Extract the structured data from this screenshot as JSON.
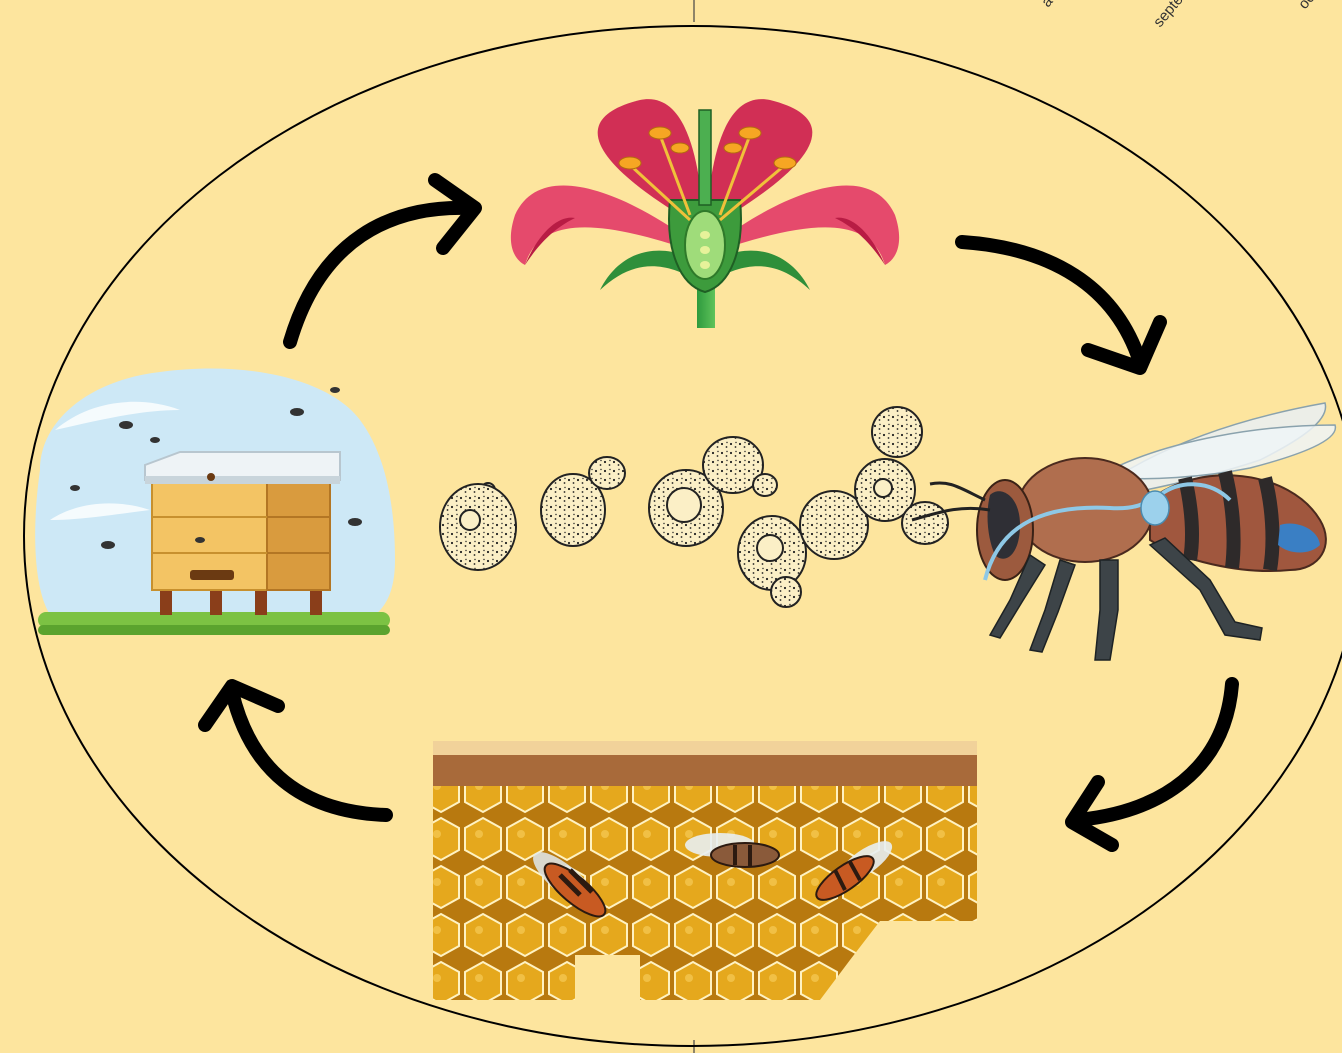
{
  "diagram": {
    "corner_labels": [
      "a",
      "septe",
      "oc"
    ],
    "stages": [
      {
        "id": "flower",
        "icon": "flower-cross-section-icon"
      },
      {
        "id": "bee",
        "icon": "honeybee-anatomy-icon"
      },
      {
        "id": "honeycomb",
        "icon": "honeycomb-with-bees-icon"
      },
      {
        "id": "beehive",
        "icon": "beehive-icon"
      },
      {
        "id": "yeast",
        "icon": "yeast-cells-icon"
      }
    ],
    "cycle_direction": "clockwise",
    "colors": {
      "background": "#fde59e",
      "arrow": "#000000",
      "petal": "#e23a5e",
      "bee_body": "#a9654a",
      "honey": "#e0a31c",
      "sky": "#cde8f6"
    }
  }
}
